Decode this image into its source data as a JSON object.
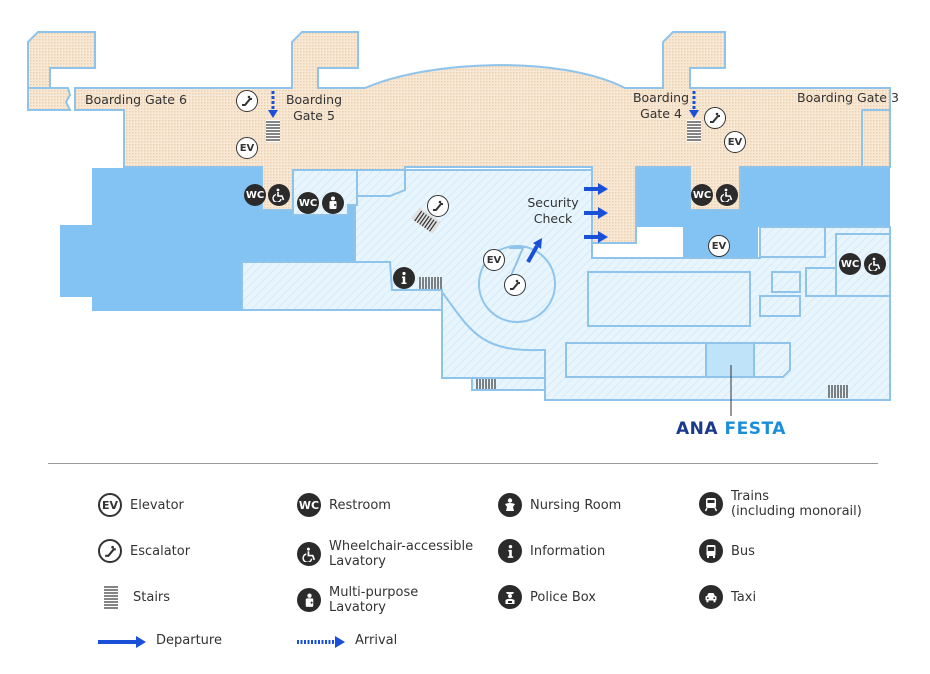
{
  "map": {
    "gate_labels": {
      "gate6": "Boarding Gate 6",
      "gate5_line1": "Boarding",
      "gate5_line2": "Gate 5",
      "gate4_line1": "Boarding",
      "gate4_line2": "Gate 4",
      "gate3": "Boarding Gate 3"
    },
    "security_check_line1": "Security",
    "security_check_line2": "Check",
    "shop_label_part1": "ANA ",
    "shop_label_part2": "FESTA",
    "icon_text": {
      "elevator": "EV",
      "restroom": "WC"
    },
    "colors": {
      "gate_area_fill": "#f6e3cc",
      "gate_area_dots": "#e9c9a6",
      "restricted_fill": "#82c3f4",
      "public_fill": "#e6f4fd",
      "outline": "#8ec4ec",
      "arrow_blue": "#1a4fd8",
      "icon_dark": "#2b2b2b"
    }
  },
  "legend": {
    "items": [
      {
        "key": "elevator",
        "label": "Elevator",
        "glyph": "EV"
      },
      {
        "key": "restroom",
        "label": "Restroom",
        "glyph": "WC"
      },
      {
        "key": "nursing-room",
        "label": "Nursing Room"
      },
      {
        "key": "trains",
        "label": "Trains\n (including monorail)"
      },
      {
        "key": "escalator",
        "label": "Escalator"
      },
      {
        "key": "wheelchair-lavatory",
        "label": "Wheelchair-accessible\nLavatory"
      },
      {
        "key": "information",
        "label": "Information"
      },
      {
        "key": "bus",
        "label": "Bus"
      },
      {
        "key": "stairs",
        "label": "Stairs"
      },
      {
        "key": "multipurpose-lavatory",
        "label": "Multi-purpose\nLavatory"
      },
      {
        "key": "police-box",
        "label": "Police Box"
      },
      {
        "key": "taxi",
        "label": "Taxi"
      },
      {
        "key": "departure",
        "label": "Departure"
      },
      {
        "key": "arrival",
        "label": "Arrival"
      }
    ]
  }
}
